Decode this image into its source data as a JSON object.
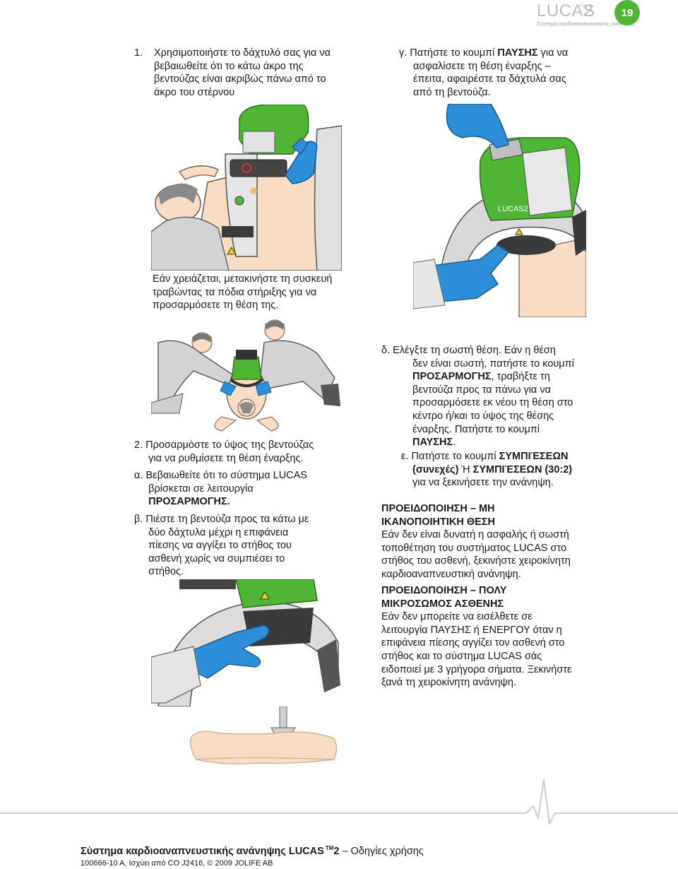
{
  "header": {
    "logo_text": "LUCAS",
    "logo_tm": "TM",
    "logo_version": "2",
    "logo_tagline": "Σύστημα καρδιοαναπνευστικής ανάνηψης",
    "page_number": "19"
  },
  "step1": {
    "number": "1.",
    "lines": [
      "Χρησιμοποιήστε το δάχτυλό σας για να",
      "βεβαιωθείτε ότι το κάτω άκρο της",
      "βεντούζας είναι ακριβώς πάνω από το",
      "άκρο του στέρνου"
    ]
  },
  "step_g": {
    "line1_a": "γ. Πατήστε το κουμπί ",
    "line1_b": "ΠΑΥΣΗΣ",
    "line1_c": " για να",
    "line2": "έπειτα, αφαιρέστε τα δάχτυλά σας",
    "line3": "ασφαλίσετε τη θέση έναρξης –",
    "line4": "από τη βεντούζα."
  },
  "move_note": {
    "lines": [
      "Εάν χρειάζεται, μετακινήστε τη συσκευή",
      "τραβώντας τα πόδια στήριξης για να",
      "προσαρμόσετε τη θέση της."
    ]
  },
  "step2": {
    "lines": [
      "2.  Προσαρμόστε το ύψος της βεντούζας",
      "     για να ρυθμίσετε τη θέση έναρξης."
    ],
    "a_line1": "α. Βεβαιωθείτε ότι το σύστημα LUCAS",
    "a_line2": "     βρίσκεται σε λειτουργία",
    "a_line3": "     ΠΡΟΣΑΡΜΟΓΗΣ.",
    "b_lines": [
      "β. Πιέστε τη βεντούζα προς τα κάτω με",
      "     δύο δάχτυλα μέχρι η επιφάνεια",
      "     πίεσης να αγγίξει το στήθος του",
      "     ασθενή χωρίς να συμπιέσει το",
      "     στήθος."
    ]
  },
  "step_d": {
    "line1": "δ. Ελέγξτε τη σωστή θέση. Εάν η θέση",
    "line2": "δεν είναι σωστή, πατήστε το κουμπί",
    "line3": "ΠΡΟΣΑΡΜΟΓΗΣ",
    "line3_rest": ", τραβήξτε τη",
    "line4": "βεντούζα προς τα πάνω για να",
    "line5": "προσαρμόσετε εκ νέου τη θέση στο",
    "line6": "κέντρο ή/και το ύψος της θέσης",
    "line7": "έναρξης. Πατήστε το κουμπί",
    "line8": "ΠΑΥΣΗΣ",
    "line8_rest": "."
  },
  "step_e": {
    "line1_a": "ε. Πατήστε το κουμπί ",
    "line1_b": "ΣΥΜΠΙΈΣΕΩΝ",
    "line2_b": "(συνεχές)",
    "line2_c": " Ή ",
    "line2_d": "ΣΥΜΠΙΈΣΕΩΝ (30:2)",
    "line3": "για να ξεκινήσετε την ανάνηψη."
  },
  "warning1": {
    "title1": "ΠΡΟΕΙΔΟΠΟΙΗΣΗ – ΜΗ",
    "title2": "ΙΚΑΝΟΠΟΙΗΤΙΚΗ ΘΕΣΗ",
    "lines": [
      "Εάν δεν είναι δυνατή η ασφαλής ή σωστή",
      "τοποθέτηση του συστήματος LUCAS στο",
      "στήθος του ασθενή, ξεκινήστε χειροκίνητη",
      "καρδιοαναπνευστική ανάνηψη."
    ]
  },
  "warning2": {
    "title1": "ΠΡΟΕΙΔΟΠΟΙΗΣΗ – ΠΟΛΥ",
    "title2": "ΜΙΚΡΟΣΩΜΟΣ ΑΣΘΕΝΗΣ",
    "lines": [
      "Εάν δεν μπορείτε να εισέλθετε σε",
      "λειτουργία ΠΑΥΣΗΣ ή ΕΝΕΡΓΟΥ όταν η",
      "επιφάνεια πίεσης αγγίζει τον ασθενή στο",
      "στήθος και το σύστημα LUCAS σάς",
      "ειδοποιεί με 3 γρήγορα σήματα. Ξεκινήστε",
      "ξανά τη χειροκίνητη ανάνηψη."
    ]
  },
  "footer": {
    "title": "Σύστημα καρδιοαναπνευστικής ανάνηψης LUCAS",
    "tm": "TM",
    "title_num": "2",
    "title_rest": " – Οδηγίες χρήσης",
    "sub": "100666-10 A, Ισχύει από CO J2416, © 2009 JOLIFE AB"
  },
  "device_label": "LUCAS",
  "device_label_num": "2",
  "colors": {
    "green": "#4fb535",
    "glove_blue": "#2d8fd9",
    "skin": "#f8dcc4",
    "grey_dark": "#5a5a5a",
    "grey_light": "#cfcfcf"
  }
}
